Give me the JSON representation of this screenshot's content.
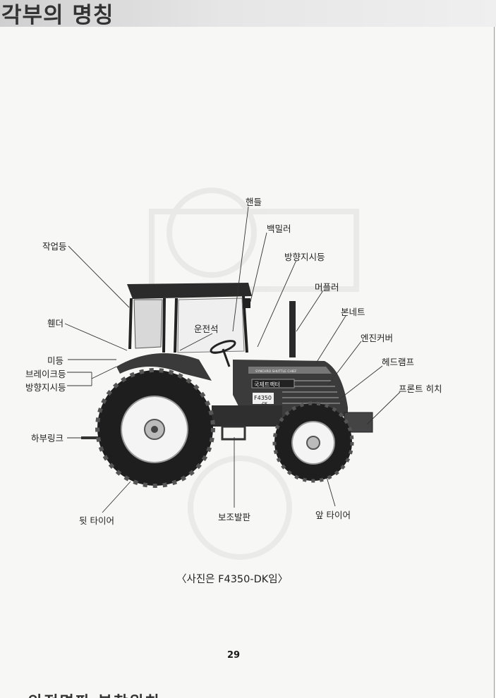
{
  "header": {
    "title": "각부의 명칭"
  },
  "diagram": {
    "labels": {
      "handle": "핸들",
      "back_mirror": "백밀러",
      "turn_signal_top": "방향지시등",
      "work_light": "작업등",
      "muffler": "머플러",
      "bonnet": "본네트",
      "fender": "휀더",
      "driver_seat": "운전석",
      "engine_cover": "엔진커버",
      "headlamp": "헤드램프",
      "tail_light": "미등",
      "brake_light": "브레이크등",
      "turn_signal_side": "방향지시등",
      "front_hitch": "프론트 히치",
      "lower_link": "하부링크",
      "rear_tire": "뒷 타이어",
      "step": "보조발판",
      "front_tire": "앞 타이어"
    },
    "tractor_decals": {
      "model": "F4350",
      "model_sub": "-DK",
      "brand": "국제트랙터",
      "stripe": "SYNCHRO SHUTTLE CHIEF"
    }
  },
  "caption": "〈사진은 F4350-DK임〉",
  "page_number": "29",
  "footer_bleed": "안전명판 부착위치"
}
